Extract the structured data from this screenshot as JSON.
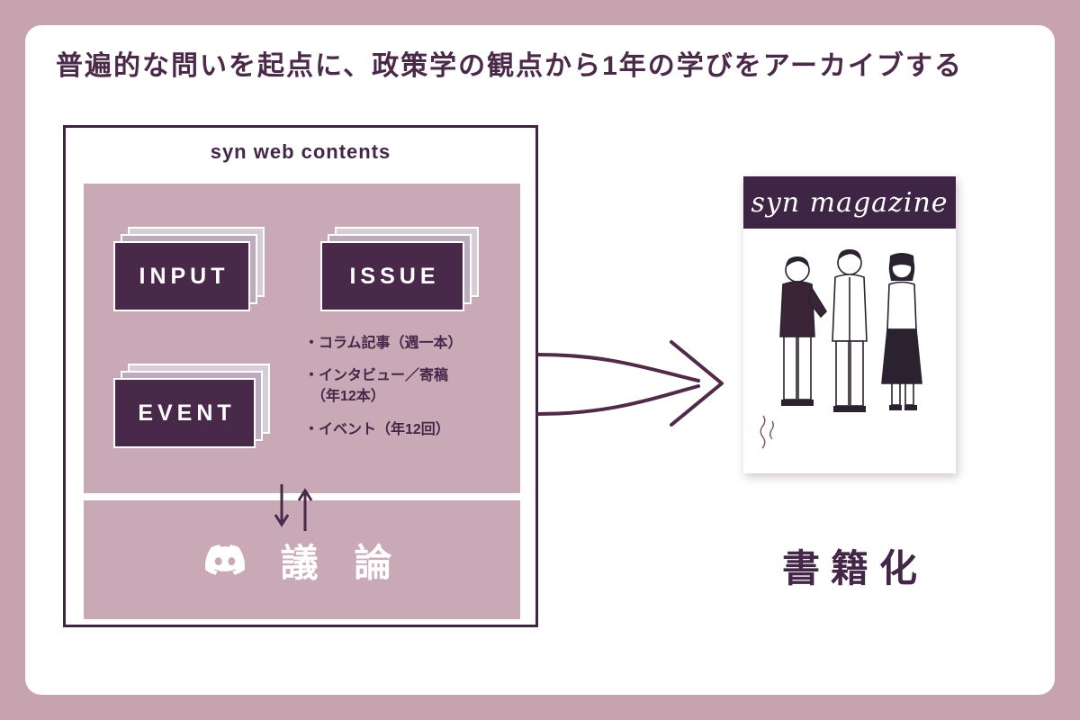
{
  "title": "普遍的な問いを起点に、政策学の観点から1年の学びをアーカイブする",
  "flow_box": {
    "label": "syn web contents",
    "cards": {
      "input": "INPUT",
      "issue": "ISSUE",
      "event": "EVENT"
    },
    "bullets": [
      "・コラム記事（週一本）",
      "・インタビュー／寄稿\n　（年12本）",
      "・イベント（年12回）"
    ],
    "discussion": {
      "label": "議 論"
    }
  },
  "magazine": {
    "masthead": "syn magazine",
    "caption": "書籍化"
  },
  "colors": {
    "background_rose": "#c7a2af",
    "panel_mauve": "#c9a9b6",
    "dark_plum": "#48294a",
    "text_plum": "#432648",
    "white": "#ffffff"
  }
}
